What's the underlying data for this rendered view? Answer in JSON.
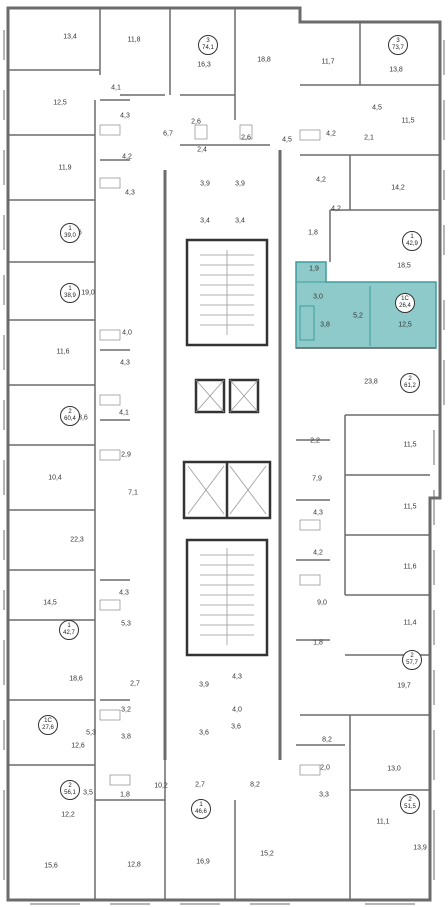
{
  "colors": {
    "wall": "#6b6b6b",
    "thin": "#9a9a9a",
    "highlight": "#8fcaca",
    "highlight_stroke": "#3e9d9d",
    "text": "#333333"
  },
  "apartments": [
    {
      "id": "a1",
      "rooms": "3",
      "area": "74,1"
    },
    {
      "id": "a2",
      "rooms": "3",
      "area": "73,7"
    },
    {
      "id": "a3",
      "rooms": "1",
      "area": "39,0"
    },
    {
      "id": "a4",
      "rooms": "1",
      "area": "42,9"
    },
    {
      "id": "a5",
      "rooms": "1",
      "area": "38,9"
    },
    {
      "id": "a6",
      "rooms": "1С",
      "area": "26,4"
    },
    {
      "id": "a7",
      "rooms": "2",
      "area": "61,2"
    },
    {
      "id": "a8",
      "rooms": "2",
      "area": "60,4"
    },
    {
      "id": "a9",
      "rooms": "1",
      "area": "42,7"
    },
    {
      "id": "a10",
      "rooms": "2",
      "area": "57,7"
    },
    {
      "id": "a11",
      "rooms": "1С",
      "area": "27,6"
    },
    {
      "id": "a12",
      "rooms": "2",
      "area": "56,1"
    },
    {
      "id": "a13",
      "rooms": "2",
      "area": "51,5"
    },
    {
      "id": "a14",
      "rooms": "1",
      "area": "46,6"
    }
  ],
  "rooms": [
    "13,4",
    "11,8",
    "16,3",
    "18,8",
    "11,7",
    "13,8",
    "4,1",
    "12,5",
    "4,3",
    "6,7",
    "2,6",
    "2,6",
    "4,5",
    "4,5",
    "4,2",
    "2,1",
    "11,5",
    "2,4",
    "4,2",
    "11,9",
    "4,3",
    "3,9",
    "3,9",
    "4,2",
    "14,2",
    "18,6",
    "3,4",
    "3,4",
    "4,2",
    "1,8",
    "19,0",
    "18,5",
    "1,9",
    "3,0",
    "5,2",
    "12,5",
    "3,8",
    "4,0",
    "11,6",
    "4,3",
    "23,8",
    "13,6",
    "4,1",
    "2,2",
    "2,9",
    "11,5",
    "10,4",
    "7,1",
    "7,9",
    "11,5",
    "22,3",
    "4,3",
    "4,2",
    "11,6",
    "14,5",
    "4,3",
    "5,3",
    "9,0",
    "11,4",
    "18,6",
    "1,8",
    "2,7",
    "4,3",
    "19,7",
    "3,9",
    "4,0",
    "3,2",
    "5,3",
    "3,8",
    "12,6",
    "3,6",
    "3,6",
    "8,2",
    "2,0",
    "13,0",
    "10,2",
    "3,5",
    "1,8",
    "2,7",
    "8,2",
    "3,3",
    "12,2",
    "11,1",
    "13,9",
    "15,6",
    "12,8",
    "16,9",
    "15,2"
  ]
}
